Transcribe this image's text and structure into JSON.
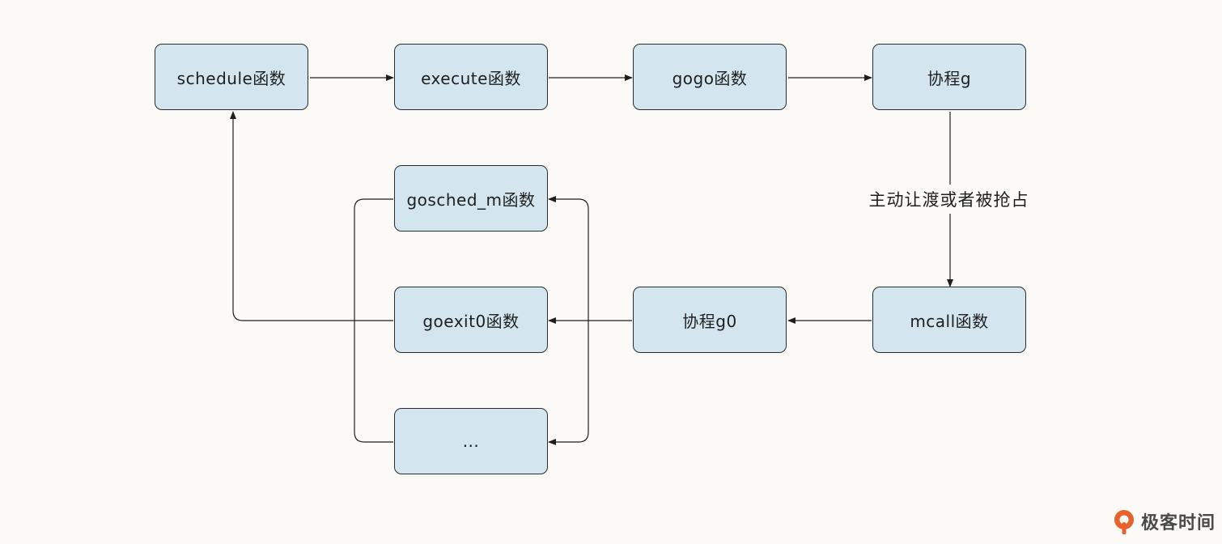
{
  "nodes": {
    "schedule": "schedule函数",
    "execute": "execute函数",
    "gogo": "gogo函数",
    "coroutine_g": "协程g",
    "gosched_m": "gosched_m函数",
    "goexit0": "goexit0函数",
    "coroutine_g0": "协程g0",
    "mcall": "mcall函数",
    "ellipsis": "..."
  },
  "edge_label": "主动让渡或者被抢占",
  "brand": {
    "name": "极客时间",
    "logo_icon": "geek-time-logo-icon",
    "logo_color": "#e8622c"
  },
  "colors": {
    "node_fill": "#d3e6f0",
    "node_border": "#2b2b2b",
    "background": "#fbfaf7"
  }
}
